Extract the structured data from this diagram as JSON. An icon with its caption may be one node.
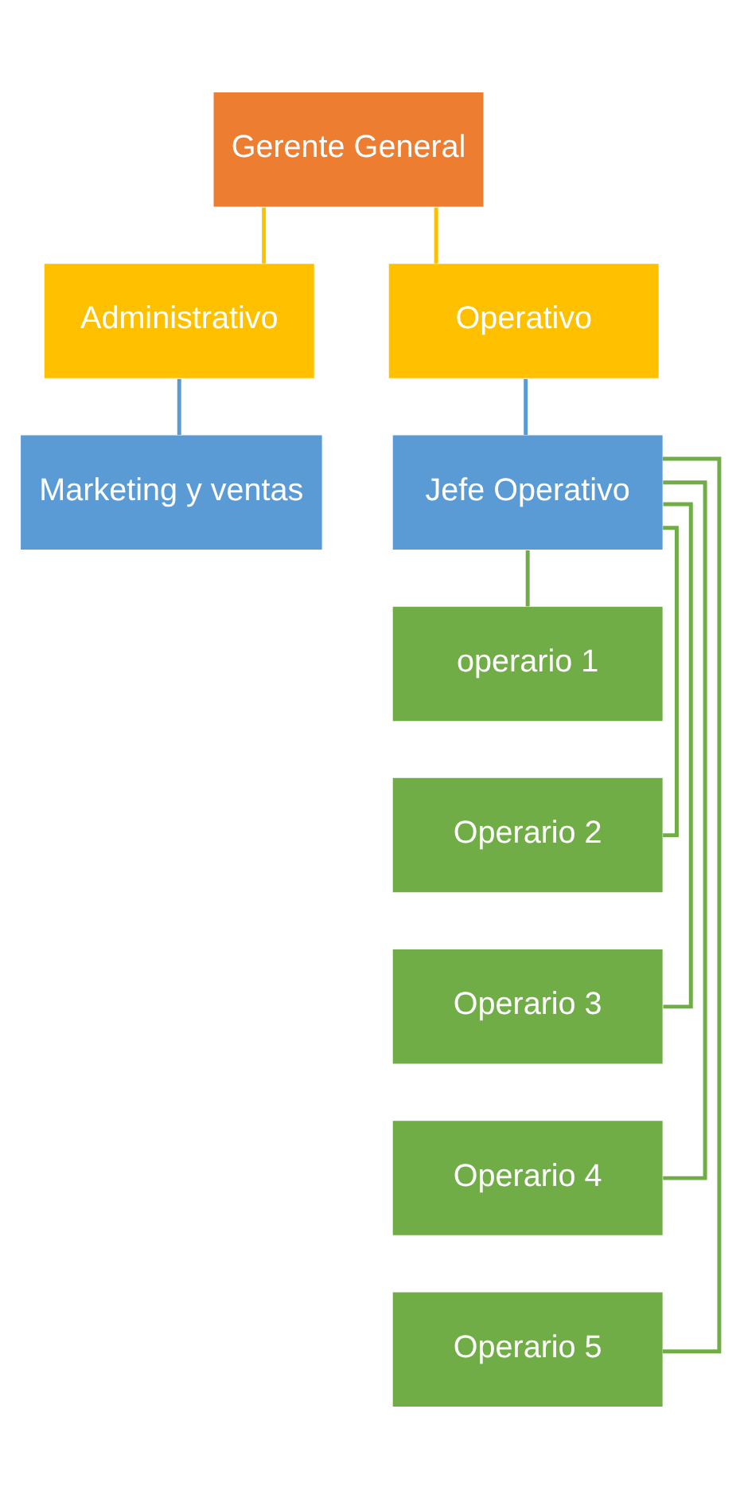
{
  "diagram": {
    "nodes": [
      {
        "text": [
          "Gerente General"
        ]
      },
      {
        "text": [
          "Administrativo"
        ]
      },
      {
        "text": [
          "Operativo"
        ]
      },
      {
        "text": [
          "Marketing y ventas"
        ]
      },
      {
        "text": [
          "Jefe Operativo"
        ]
      },
      {
        "text": [
          "operario 1"
        ]
      },
      {
        "text": [
          "Operario 2"
        ]
      },
      {
        "text": [
          "Operario 3"
        ]
      },
      {
        "text": [
          "Operario 4"
        ]
      },
      {
        "text": [
          "Operario 5"
        ]
      }
    ],
    "edges": [
      {
        "from": 0,
        "to": 1,
        "arrow": "none",
        "color": "#ffc000"
      },
      {
        "from": 0,
        "to": 2,
        "arrow": "none",
        "color": "#ffc000"
      },
      {
        "from": 1,
        "to": 3,
        "arrow": "none",
        "color": "#5b9bd5"
      },
      {
        "from": 2,
        "to": 4,
        "arrow": "none",
        "color": "#5b9bd5"
      },
      {
        "from": 4,
        "to": 5,
        "arrow": "none"
      },
      {
        "from": 4,
        "to": 6,
        "arrow": "none"
      },
      {
        "from": 4,
        "to": 7,
        "arrow": "none"
      },
      {
        "from": 4,
        "to": 8,
        "arrow": "none"
      },
      {
        "from": 4,
        "to": 9,
        "arrow": "none"
      }
    ]
  }
}
